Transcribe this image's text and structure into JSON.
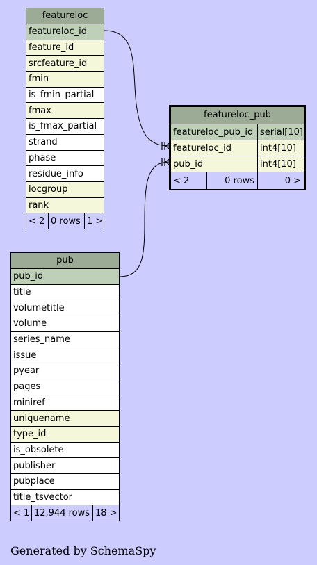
{
  "tables": {
    "featureloc": {
      "title": "featureloc",
      "columns": [
        {
          "name": "featureloc_id",
          "kind": "pk"
        },
        {
          "name": "feature_id",
          "kind": "idx"
        },
        {
          "name": "srcfeature_id",
          "kind": "idx"
        },
        {
          "name": "fmin",
          "kind": "idx"
        },
        {
          "name": "is_fmin_partial",
          "kind": "plain"
        },
        {
          "name": "fmax",
          "kind": "idx"
        },
        {
          "name": "is_fmax_partial",
          "kind": "plain"
        },
        {
          "name": "strand",
          "kind": "plain"
        },
        {
          "name": "phase",
          "kind": "plain"
        },
        {
          "name": "residue_info",
          "kind": "plain"
        },
        {
          "name": "locgroup",
          "kind": "idx"
        },
        {
          "name": "rank",
          "kind": "idx"
        }
      ],
      "footer": {
        "parents": "< 2",
        "rows": "0 rows",
        "children": "1 >"
      }
    },
    "featureloc_pub": {
      "title": "featureloc_pub",
      "columns": [
        {
          "name": "featureloc_pub_id",
          "type": "serial[10]",
          "kind": "pk"
        },
        {
          "name": "featureloc_id",
          "type": "int4[10]",
          "kind": "idx"
        },
        {
          "name": "pub_id",
          "type": "int4[10]",
          "kind": "idx"
        }
      ],
      "footer": {
        "parents": "< 2",
        "rows": "0 rows",
        "children": "0 >"
      }
    },
    "pub": {
      "title": "pub",
      "columns": [
        {
          "name": "pub_id",
          "kind": "pk"
        },
        {
          "name": "title",
          "kind": "plain"
        },
        {
          "name": "volumetitle",
          "kind": "plain"
        },
        {
          "name": "volume",
          "kind": "plain"
        },
        {
          "name": "series_name",
          "kind": "plain"
        },
        {
          "name": "issue",
          "kind": "plain"
        },
        {
          "name": "pyear",
          "kind": "plain"
        },
        {
          "name": "pages",
          "kind": "plain"
        },
        {
          "name": "miniref",
          "kind": "plain"
        },
        {
          "name": "uniquename",
          "kind": "idx"
        },
        {
          "name": "type_id",
          "kind": "idx"
        },
        {
          "name": "is_obsolete",
          "kind": "plain"
        },
        {
          "name": "publisher",
          "kind": "plain"
        },
        {
          "name": "pubplace",
          "kind": "plain"
        },
        {
          "name": "title_tsvector",
          "kind": "plain"
        }
      ],
      "footer": {
        "parents": "< 1",
        "rows": "12,944 rows",
        "children": "18 >"
      }
    }
  },
  "generated_by": "Generated by SchemaSpy",
  "colors": {
    "background": "#ccccff",
    "header": "#9bab96",
    "primary_key": "#bed1b8",
    "indexed": "#f4f7da",
    "plain": "#ffffff"
  }
}
